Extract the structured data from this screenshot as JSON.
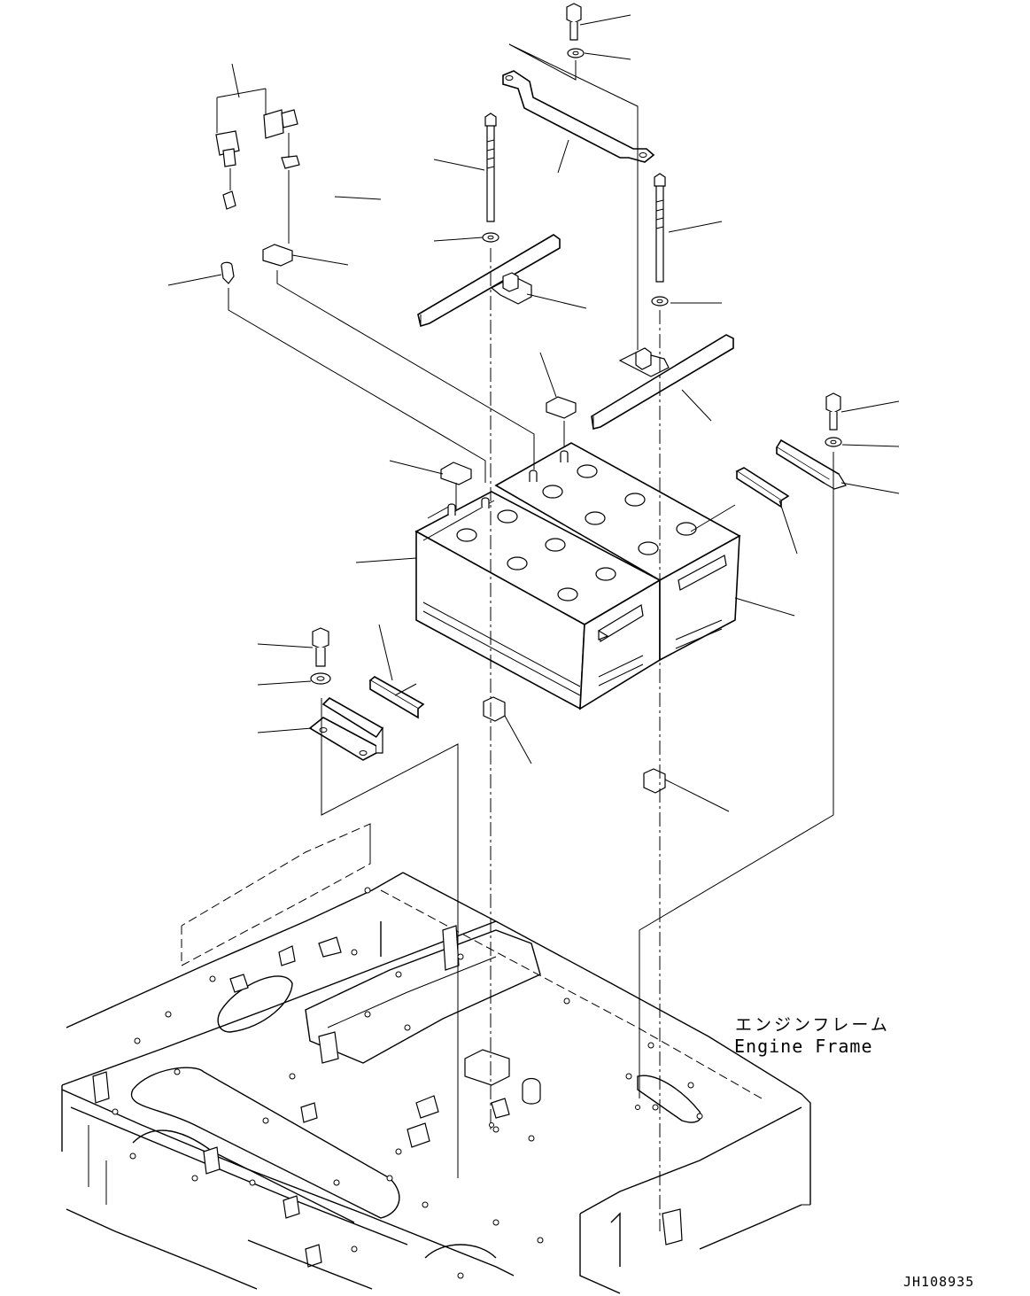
{
  "caption": {
    "japanese": "エンジンフレーム",
    "english": "Engine Frame"
  },
  "drawing_number": "JH108935"
}
